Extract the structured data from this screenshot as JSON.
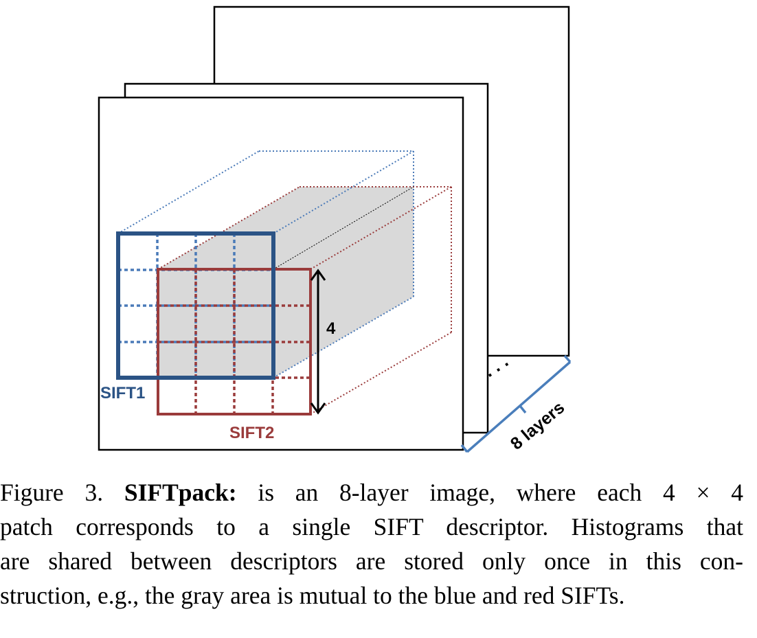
{
  "figure": {
    "labels": {
      "sift1": "SIFT1",
      "sift2": "SIFT2",
      "four": "4",
      "layers": "8 layers",
      "dots": ". . ."
    },
    "colors": {
      "blue": "#2b5385",
      "blue_dotted": "#4a7ab8",
      "red": "#9a3b3b",
      "gray_fill": "#d9d9d9",
      "bracket": "#4a7ebb"
    }
  },
  "caption": {
    "figure_label": "Figure 3.",
    "title": "SIFTpack:",
    "line1_rest": "is an 8-layer image, where each 4 × 4",
    "line2": "patch corresponds to a single SIFT descriptor. Histograms that",
    "line3": "are shared between descriptors are stored only once in this con-",
    "line4": "struction, e.g., the gray area is mutual to the blue and red SIFTs."
  }
}
